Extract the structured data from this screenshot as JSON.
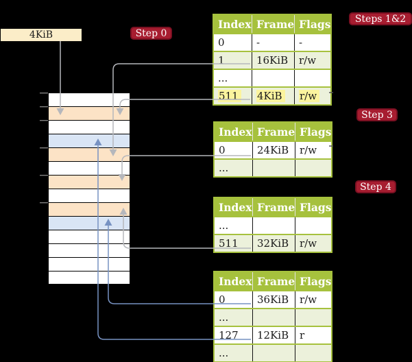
{
  "title": "Multi-level page table translation diagram",
  "frame_size_label": "4KiB",
  "step_badges": {
    "step0": {
      "label": "Step 0"
    },
    "steps12": {
      "label": "Steps 1&2"
    },
    "step3": {
      "label": "Step 3"
    },
    "step4": {
      "label": "Step 4"
    }
  },
  "memory_stack": {
    "rows": [
      "white",
      "orange",
      "white",
      "blue",
      "orange",
      "white",
      "orange",
      "white",
      "orange",
      "blue",
      "white",
      "white",
      "white",
      "white"
    ]
  },
  "page_tables": [
    {
      "id": "pt-steps12",
      "badge": "Steps 1&2",
      "headers": [
        "Index",
        "Frame",
        "Flags"
      ],
      "rows": [
        {
          "cells": [
            "0",
            "-",
            "-"
          ],
          "shaded": false,
          "highlighted": false
        },
        {
          "cells": [
            "1",
            "16KiB",
            "r/w"
          ],
          "shaded": true,
          "highlighted": false
        },
        {
          "cells": [
            "...",
            "",
            ""
          ],
          "shaded": false,
          "highlighted": false
        },
        {
          "cells": [
            "511",
            "4KiB",
            "r/w"
          ],
          "shaded": true,
          "highlighted": true
        }
      ]
    },
    {
      "id": "pt-step3",
      "badge": "Step 3",
      "headers": [
        "Index",
        "Frame",
        "Flags"
      ],
      "rows": [
        {
          "cells": [
            "0",
            "24KiB",
            "r/w"
          ],
          "shaded": false,
          "highlighted": false
        },
        {
          "cells": [
            "...",
            "",
            ""
          ],
          "shaded": true,
          "highlighted": false
        }
      ]
    },
    {
      "id": "pt-step4",
      "badge": "Step 4",
      "headers": [
        "Index",
        "Frame",
        "Flags"
      ],
      "rows": [
        {
          "cells": [
            "...",
            "",
            ""
          ],
          "shaded": false,
          "highlighted": false
        },
        {
          "cells": [
            "511",
            "32KiB",
            "r/w"
          ],
          "shaded": true,
          "highlighted": false
        }
      ]
    },
    {
      "id": "pt-final",
      "badge": "",
      "headers": [
        "Index",
        "Frame",
        "Flags"
      ],
      "rows": [
        {
          "cells": [
            "0",
            "36KiB",
            "r/w"
          ],
          "shaded": false,
          "highlighted": false
        },
        {
          "cells": [
            "...",
            "",
            ""
          ],
          "shaded": true,
          "highlighted": false
        },
        {
          "cells": [
            "127",
            "12KiB",
            "r"
          ],
          "shaded": false,
          "highlighted": false
        },
        {
          "cells": [
            "...",
            "",
            ""
          ],
          "shaded": true,
          "highlighted": false
        }
      ]
    }
  ],
  "colors": {
    "bg": "#000000",
    "frame_label_cream": "#fbedc8",
    "badge_red": "#a71d30",
    "badge_border": "#7b1022",
    "stack_orange": "#fce3c6",
    "stack_blue": "#d9e5f5",
    "table_green": "#a6c13d",
    "table_shade": "#ecf1db",
    "highlight_yellow": "#fbf49e",
    "connector_gray": "#b5b7bc",
    "connector_blue": "#7792c2",
    "tick_gray": "#8b8b8b"
  }
}
